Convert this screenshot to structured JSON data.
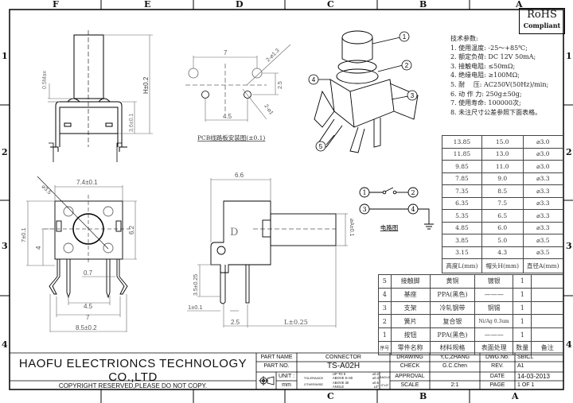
{
  "grid": {
    "columns": [
      "F",
      "E",
      "D",
      "C",
      "B",
      "A"
    ],
    "rows": [
      "1",
      "2",
      "3",
      "4"
    ]
  },
  "rohs": {
    "title": "RoHS",
    "subtitle": "Compliant"
  },
  "specs": {
    "title": "技术参数:",
    "items": [
      "1. 使用温度: -25～+85℃;",
      "2. 额定负荷: DC 12V 50mA;",
      "3. 接触电阻: ≤50mΩ;",
      "4. 绝缘电阻: ≥100MΩ;",
      "5. 耐　 压: AC250V(50Hz)/min;",
      "6. 动 作 力: 250g±50g;",
      "7. 使用寿命: 100000次;",
      "8. 未注尺寸公差参照下面表格。"
    ]
  },
  "dimension_table": {
    "headers": [
      "高度L(mm)",
      "帽头H(mm)",
      "直径A(mm)"
    ],
    "rows": [
      [
        "13.85",
        "15.0",
        "⌀3.0"
      ],
      [
        "11.85",
        "13.0",
        "⌀3.0"
      ],
      [
        "9.85",
        "11.0",
        "⌀3.0"
      ],
      [
        "7.85",
        "9.0",
        "⌀3.3"
      ],
      [
        "7.35",
        "8.5",
        "⌀3.3"
      ],
      [
        "6.35",
        "7.5",
        "⌀3.3"
      ],
      [
        "5.35",
        "6.5",
        "⌀3.3"
      ],
      [
        "4.85",
        "6.0",
        "⌀3.3"
      ],
      [
        "3.85",
        "5.0",
        "⌀3.5"
      ],
      [
        "3.15",
        "4.3",
        "⌀3.5"
      ]
    ]
  },
  "parts_table": {
    "headers": [
      "序号",
      "零件名称",
      "材料规格",
      "表面处理",
      "数量",
      "备注"
    ],
    "rows": [
      [
        "5",
        "接触脚",
        "黄铜",
        "镀银",
        "1",
        ""
      ],
      [
        "4",
        "基座",
        "PPA(黑色)",
        "———",
        "1",
        ""
      ],
      [
        "3",
        "支架",
        "冷轧钢带",
        "铜锡",
        "1",
        ""
      ],
      [
        "2",
        "簧片",
        "复合银",
        "Ni/Ag 0.3um",
        "1",
        ""
      ],
      [
        "1",
        "按钮",
        "PPA(黑色)",
        "———",
        "1",
        ""
      ]
    ]
  },
  "drawing": {
    "side_view": {
      "h": "H±0.2",
      "max": "0.5Max",
      "base": "3.6±0.1"
    },
    "pcb": {
      "w7": "7",
      "hole1": "2-⌀1.3",
      "d25": "2.5",
      "w45": "4.5",
      "hole2": "2-⌀1",
      "caption": "PCB线路板安装图(±0.1)"
    },
    "front": {
      "dia": "⌀3.5",
      "w": "7.4±0.1",
      "h": "7±0.1",
      "h4": "4",
      "h62": "6.2",
      "p07": "0.7",
      "p45": "4.5",
      "p7": "7",
      "p85": "8.5±0.2"
    },
    "side2": {
      "w": "6.6",
      "a": "⌀A±0.1",
      "pin": "3.5±0.25",
      "t": "1±0.1",
      "p25": "2.5",
      "l": "L±0.25",
      "mark": "D"
    },
    "balloons": [
      "1",
      "2",
      "3",
      "4",
      "5"
    ],
    "circuit": {
      "n1": "1",
      "n2": "2",
      "n3": "3",
      "n4": "4",
      "caption": "电路图"
    }
  },
  "title_block": {
    "company": "HAOFU ELECTRIONCS TECHNOLOGY CO.,LTD",
    "copyright": "COPYRIGHT RESERVED,PLEASE DO NOT COPY.",
    "part_name_label": "PART NAME",
    "part_name": "CONNECTOR",
    "part_no_label": "PART NO.",
    "part_no": "TS-A02H",
    "unit_label": "UNIT :",
    "unit": "mm",
    "tolerance_label": "TOLERANCE",
    "otherwise_label": "OTHERWISE",
    "tol_rows": [
      [
        "UP TO 5",
        "±0.2"
      ],
      [
        "ABOVE 5~30",
        "±0.3"
      ],
      [
        "ABOVE 30",
        "±0.5"
      ],
      [
        "ANGLE",
        "±3°"
      ]
    ],
    "angle_label": "ANGLE",
    "angle_value": "0°±3°",
    "drawing_label": "DRAWING",
    "drawing": "Y,C,ZHANG",
    "check_label": "CHECK",
    "check": "G.C.Chen",
    "approval_label": "APPROVAL",
    "approval": "",
    "scale_label": "SCALE",
    "scale": "2:1",
    "dwg_label": "DWG.No.",
    "dwg": "SBICL",
    "rev_label": "REV.",
    "rev": "A1",
    "date_label": "DATE",
    "date": "14-03-2013",
    "page_label": "PAGE",
    "page": "1 OF 1"
  }
}
